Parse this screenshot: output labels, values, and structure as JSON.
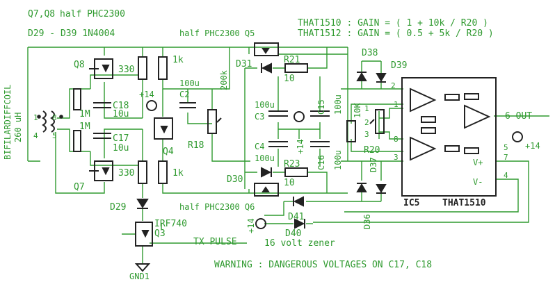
{
  "header": {
    "q7q8": "Q7,Q8",
    "half_phc_top": "half PHC2300",
    "diodes_spec": "D29 - D39   1N4004"
  },
  "formulas": {
    "that1510": "THAT1510 : GAIN = ( 1 + 10k / R20 )",
    "that1512": "THAT1512 : GAIN = ( 0.5 + 5k / R20 )"
  },
  "coil": {
    "name": "BIFILARDIFFCOIL",
    "value": "260 uH",
    "pins": [
      "1",
      "8",
      "4",
      "5"
    ]
  },
  "transistors": {
    "q5": "half PHC2300 Q5",
    "q6": "half PHC2300 Q6",
    "q8": "Q8",
    "q7": "Q7",
    "q4": "Q4",
    "q3_name": "IRF740",
    "q3": "Q3"
  },
  "resistors": {
    "r_top_330": "330",
    "r_bot_330": "330",
    "r_1m_a": "1M",
    "r_1m_b": "1M",
    "r_1k_top": "1k",
    "r_1k_bot": "1k",
    "r_200k": "200k",
    "r18": "R18",
    "r21": "R21",
    "r21_val": "10",
    "r23": "R23",
    "r23_val": "10",
    "r20": "R20",
    "r20_val": "10K"
  },
  "capacitors": {
    "c18": "C18",
    "c18_val": "10u",
    "c17": "C17",
    "c17_val": "10u",
    "c2": "C2",
    "c2_val": "100u",
    "c3": "C3",
    "c3_val": "100u",
    "c4": "C4",
    "c4_val": "100u",
    "c15": "C15",
    "c15_val": "100u",
    "c16": "C16",
    "c16_val": "100u"
  },
  "diodes": {
    "d29": "D29",
    "d30": "D30",
    "d31": "D31",
    "d36": "D36",
    "d37": "D37",
    "d38": "D38",
    "d39": "D39",
    "d40": "D40",
    "d41": "D41",
    "zener": "16 volt zener"
  },
  "supply": {
    "plus14_a": "+14",
    "plus14_b": "+14",
    "plus14_c": "+14",
    "plus14_d": "+14"
  },
  "ic": {
    "name": "IC5",
    "part": "THAT1510",
    "out": "6 OUT",
    "vplus": "V+",
    "vminus": "V-",
    "pins": [
      "2",
      "1",
      "8",
      "3",
      "5",
      "7",
      "4"
    ],
    "pins_extra": [
      "1",
      "2",
      "3"
    ]
  },
  "labels": {
    "tx_pulse": "TX PULSE",
    "gnd": "GND1",
    "warning": "WARNING : DANGEROUS VOLTAGES ON C17, C18"
  },
  "colors": {
    "wire": "#2f9a2f",
    "symbol": "#222222",
    "background": "#ffffff"
  }
}
